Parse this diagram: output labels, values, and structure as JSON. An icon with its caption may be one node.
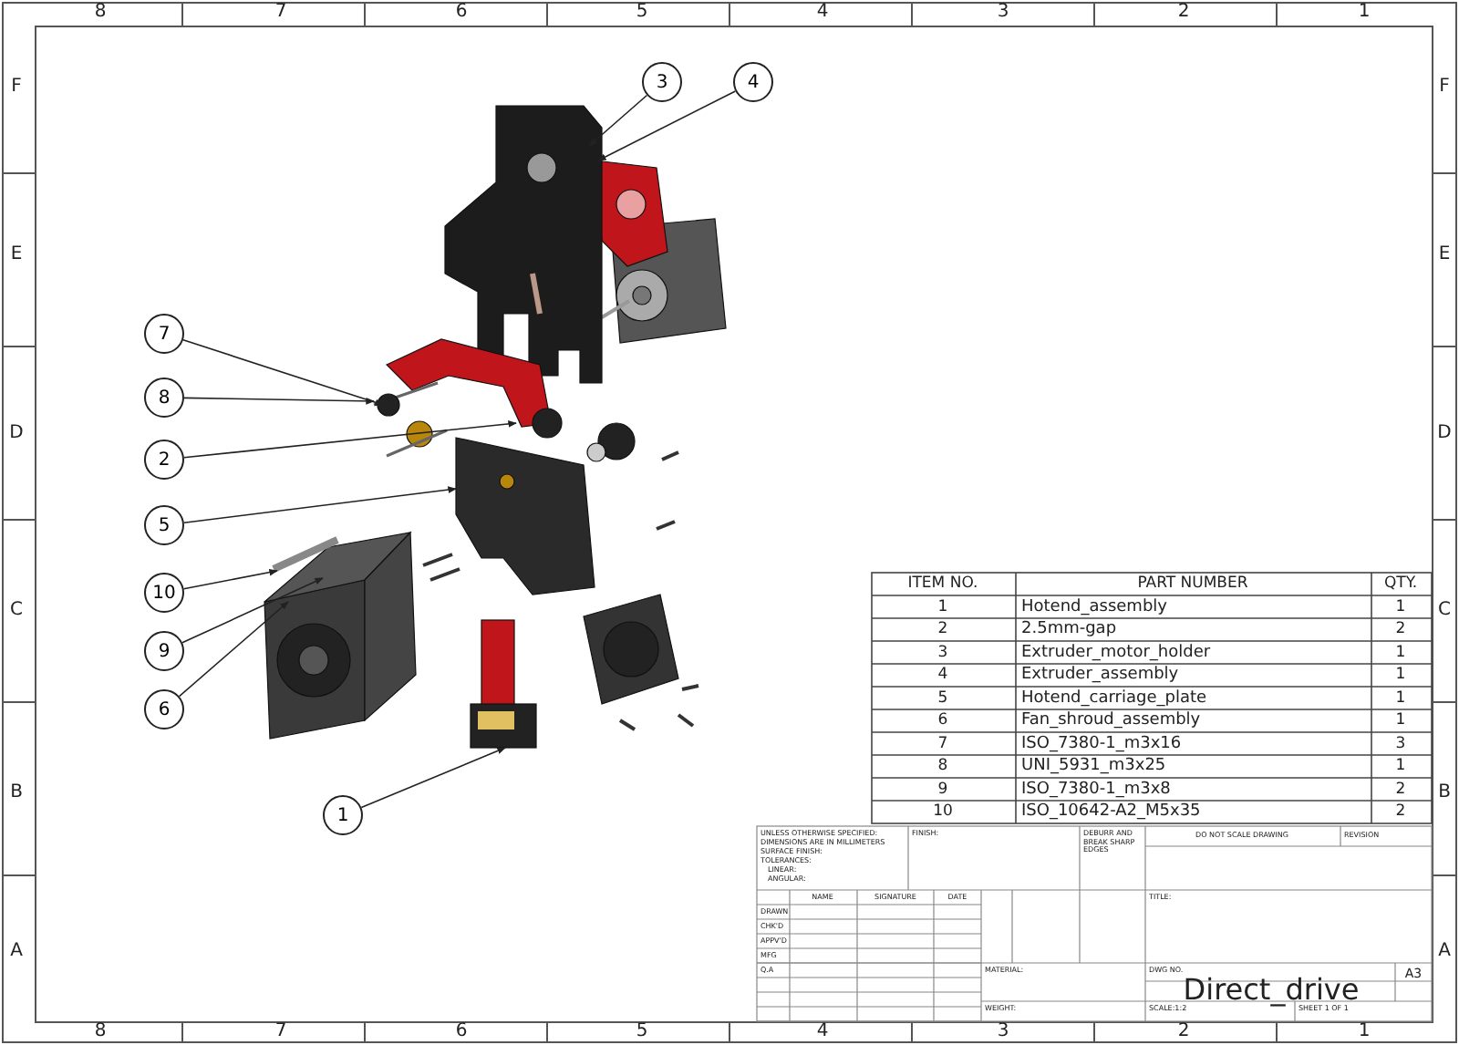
{
  "diagram": {
    "nodes": [
      {
        "text": [
          "3"
        ]
      },
      {
        "text": [
          "4"
        ]
      },
      {
        "text": [
          "7"
        ]
      },
      {
        "text": [
          "8"
        ]
      },
      {
        "text": [
          "2"
        ]
      },
      {
        "text": [
          "5"
        ]
      },
      {
        "text": [
          "10"
        ]
      },
      {
        "text": [
          "9"
        ]
      },
      {
        "text": [
          "6"
        ]
      },
      {
        "text": [
          "1"
        ]
      }
    ],
    "edges": [
      {
        "from": 0,
        "to": null,
        "arrow": "to"
      },
      {
        "from": 1,
        "to": null,
        "arrow": "to"
      },
      {
        "from": 2,
        "to": null,
        "arrow": "to"
      },
      {
        "from": 3,
        "to": null,
        "arrow": "to"
      },
      {
        "from": 4,
        "to": null,
        "arrow": "to"
      },
      {
        "from": 5,
        "to": null,
        "arrow": "to"
      },
      {
        "from": 6,
        "to": null,
        "arrow": "to"
      },
      {
        "from": 7,
        "to": null,
        "arrow": "to"
      },
      {
        "from": 8,
        "to": null,
        "arrow": "to"
      },
      {
        "from": 9,
        "to": null,
        "arrow": "to"
      }
    ],
    "labels": [
      "8",
      "7",
      "6",
      "5",
      "4",
      "3",
      "2",
      "1",
      "F",
      "F",
      "E",
      "E",
      "D",
      "D",
      "C",
      "C",
      "B",
      "B",
      "A",
      "A",
      "ITEM NO.",
      "PART NUMBER",
      "QTY.",
      "1",
      "Hotend_assembly",
      "1",
      "2",
      "2.5mm-gap",
      "2",
      "3",
      "Extruder_motor_holder",
      "1",
      "4",
      "Extruder_assembly",
      "1",
      "5",
      "Hotend_carriage_plate",
      "1",
      "6",
      "Fan_shroud_assembly",
      "1",
      "7",
      "ISO_7380-1_m3x16",
      "3",
      "8",
      "UNI_5931_m3x25",
      "1",
      "9",
      "ISO_7380-1_m3x8",
      "2",
      "10",
      "ISO_10642-A2_M5x35",
      "2",
      "UNLESS OTHERWISE SPECIFIED:",
      "DIMENSIONS ARE IN MILLIMETERS",
      "SURFACE FINISH:",
      "TOLERANCES:",
      "LINEAR:",
      "ANGULAR:",
      "FINISH:",
      "DEBURR AND BREAK SHARP EDGES",
      "DO NOT SCALE DRAWING",
      "REVISION",
      "NAME",
      "SIGNATURE",
      "DATE",
      "DRAWN",
      "CHK'D",
      "APPV'D",
      "MFG",
      "Q.A",
      "TITLE:",
      "MATERIAL:",
      "DWG NO.",
      "Direct_drive",
      "A3",
      "WEIGHT:",
      "SCALE:1:2",
      "SHEET 1 OF 1",
      "8",
      "7",
      "6",
      "5",
      "4",
      "3",
      "2",
      "1"
    ]
  }
}
